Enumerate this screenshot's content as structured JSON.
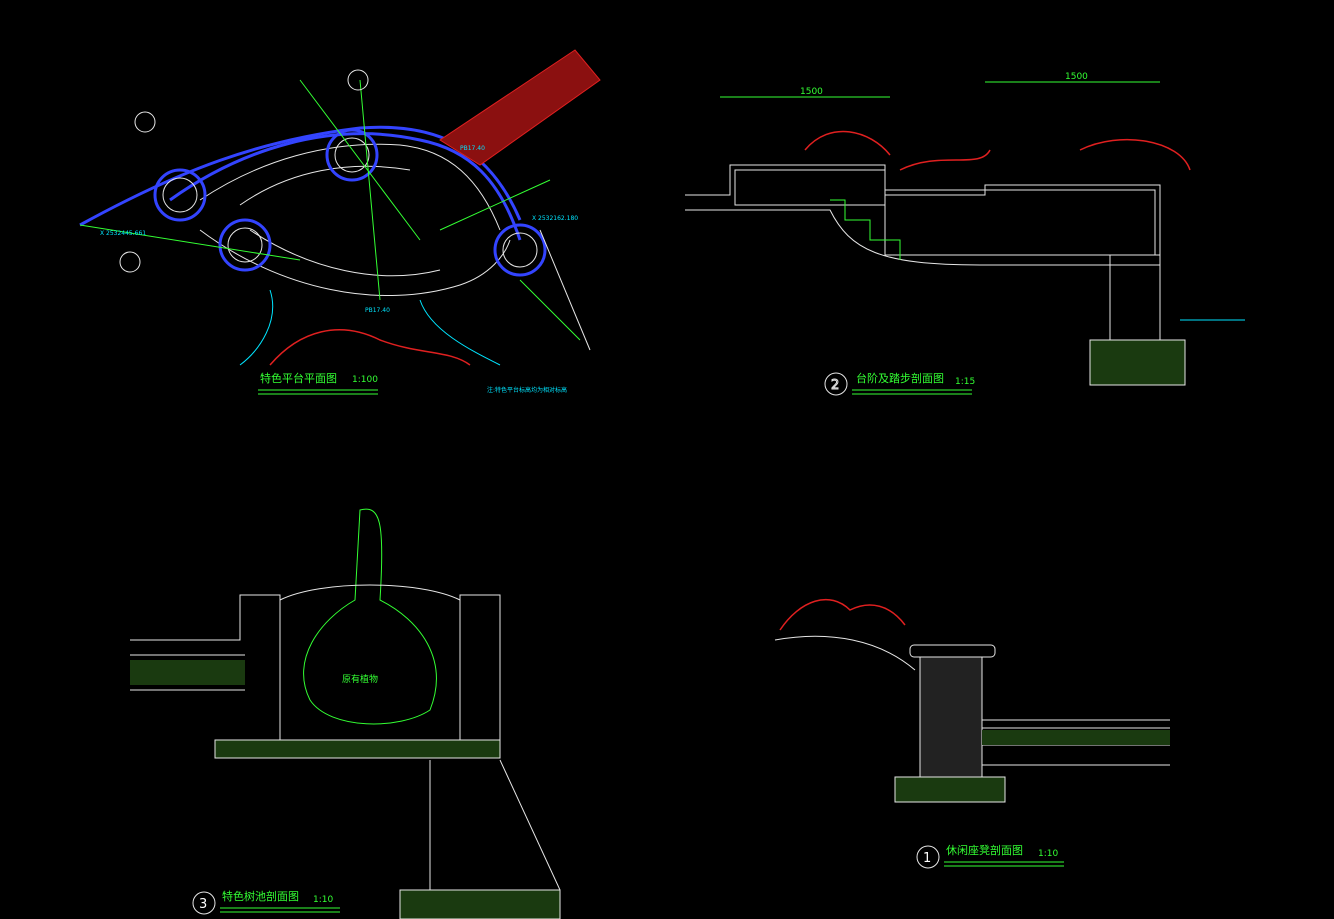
{
  "drawings": [
    {
      "number": "",
      "title": "特色平台平面图",
      "scale": "1:100",
      "note": "注:特色平台标高均为相对标高"
    },
    {
      "number": "2",
      "title": "台阶及踏步剖面图",
      "scale": "1:15"
    },
    {
      "number": "3",
      "title": "特色树池剖面图",
      "scale": "1:10",
      "label": "原有植物"
    },
    {
      "number": "1",
      "title": "休闲座凳剖面图",
      "scale": "1:10"
    }
  ],
  "dims": {
    "d1": "1500",
    "d2": "1500",
    "elev1": "PB17.40",
    "elev2": "PB17.40"
  },
  "colors": {
    "background": "#000000",
    "text": "#33ff33",
    "annotation": "#00e5ff",
    "outline": "#3344ff",
    "plants": "#e02020"
  }
}
